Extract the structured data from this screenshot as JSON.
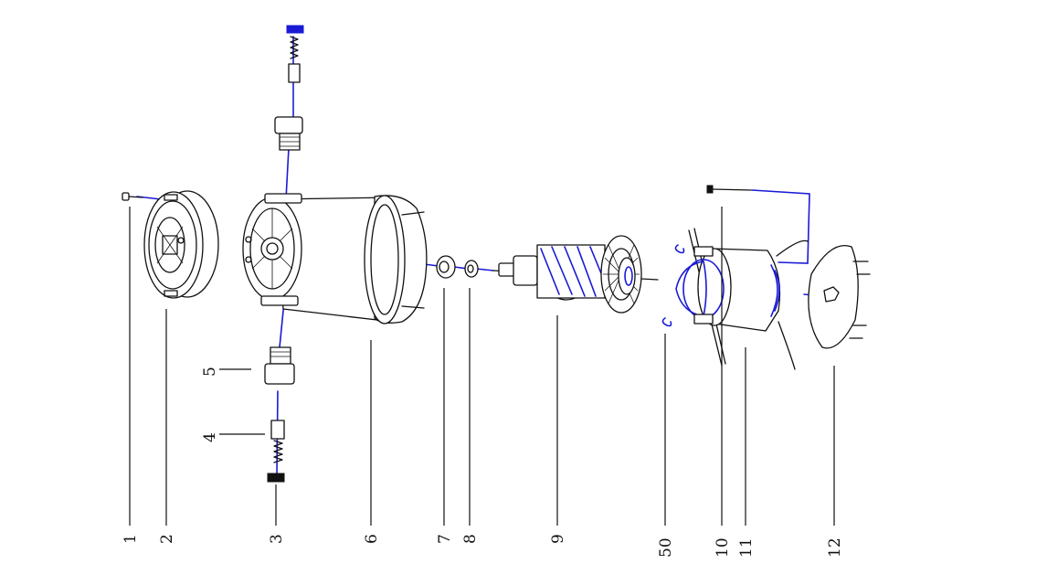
{
  "diagram": {
    "style": {
      "line_color": "#111111",
      "axis_color": "#1a1ad6",
      "background": "#ffffff"
    },
    "part_labels": [
      {
        "key": "p1",
        "text": "1"
      },
      {
        "key": "p2",
        "text": "2"
      },
      {
        "key": "p3",
        "text": "3"
      },
      {
        "key": "p4",
        "text": "4"
      },
      {
        "key": "p5",
        "text": "5"
      },
      {
        "key": "p6",
        "text": "6"
      },
      {
        "key": "p7",
        "text": "7"
      },
      {
        "key": "p8",
        "text": "8"
      },
      {
        "key": "p9",
        "text": "9"
      },
      {
        "key": "p50",
        "text": "50"
      },
      {
        "key": "p10",
        "text": "10"
      },
      {
        "key": "p11",
        "text": "11"
      },
      {
        "key": "p12",
        "text": "12"
      }
    ]
  }
}
